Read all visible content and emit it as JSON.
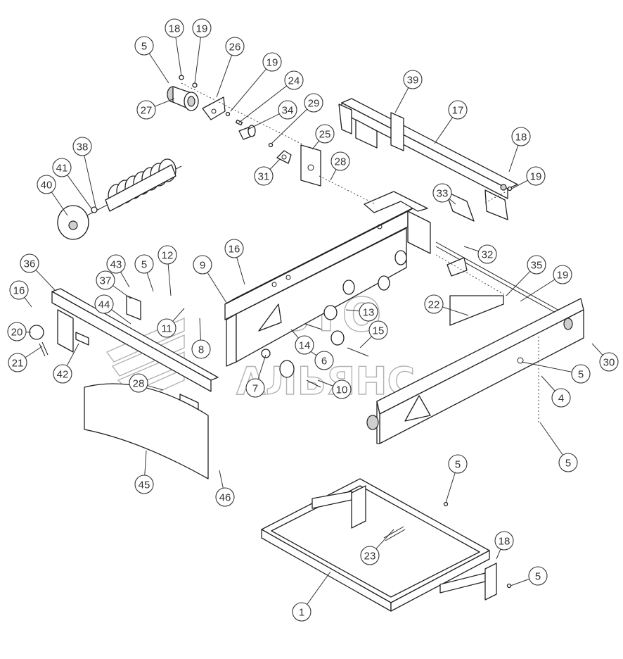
{
  "watermark": {
    "line1": "АВТО",
    "line2": "АЛЬЯНС"
  },
  "callouts": [
    "5",
    "18",
    "19",
    "26",
    "19",
    "24",
    "29",
    "34",
    "27",
    "39",
    "17",
    "18",
    "19",
    "38",
    "41",
    "40",
    "25",
    "28",
    "31",
    "33",
    "32",
    "36",
    "43",
    "5",
    "12",
    "9",
    "16",
    "37",
    "16",
    "35",
    "19",
    "44",
    "22",
    "20",
    "11",
    "13",
    "15",
    "8",
    "14",
    "6",
    "30",
    "5",
    "4",
    "21",
    "42",
    "28",
    "7",
    "10",
    "5",
    "45",
    "46",
    "5",
    "23",
    "18",
    "1",
    "5"
  ]
}
